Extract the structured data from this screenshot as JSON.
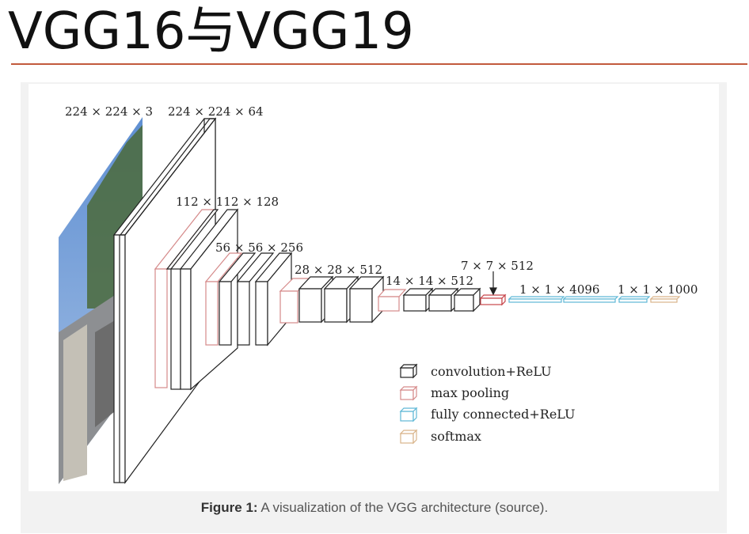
{
  "slide": {
    "title": "VGG16与VGG19"
  },
  "figure": {
    "dims": {
      "input": "224 × 224 × 3",
      "conv1": "224 × 224 × 64",
      "conv2": "112 × 112 × 128",
      "conv3": "56 × 56 × 256",
      "conv4": "28 × 28 × 512",
      "conv5": "14 × 14 × 512",
      "pool5": "7 × 7 × 512",
      "fc": "1 × 1 × 4096",
      "softmax": "1 × 1 × 1000"
    },
    "legend": {
      "conv": "convolution+ReLU",
      "pool": "max pooling",
      "fc": "fully connected+ReLU",
      "softmax": "softmax"
    },
    "colors": {
      "conv": "#222222",
      "pool": "#d58a8a",
      "fc": "#5fb8d6",
      "softmax": "#d9b48a"
    },
    "caption_bold": "Figure 1:",
    "caption_text": " A visualization of the VGG architecture (source)."
  }
}
